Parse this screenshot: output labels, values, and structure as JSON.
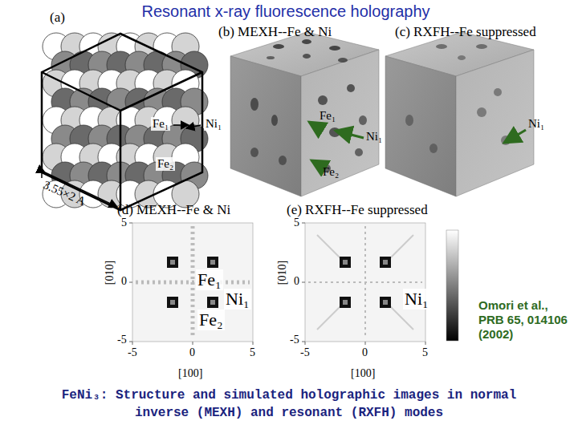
{
  "diagram": {
    "title": "Resonant x-ray fluorescence holography",
    "caption": "FeNi₃: Structure and simulated holographic images in normal inverse (MEXH) and resonant (RXFH) modes",
    "labels": [
      "(a)",
      "(b) MEXH--Fe & Ni",
      "(c) RXFH--Fe suppressed",
      "Fe₁",
      "Ni₁",
      "Fe₂",
      "3.55×2 A",
      "Fe₁",
      "Ni₁",
      "Fe₂",
      "Ni₁",
      "(d) MEXH--Fe & Ni",
      "(e) RXFH--Fe suppressed",
      "[010]",
      "5",
      "0",
      "-5",
      "-5",
      "0",
      "5",
      "[100]",
      "Fe₁",
      "Ni₁",
      "Fe₂",
      "[010]",
      "5",
      "0",
      "-5",
      "-5",
      "0",
      "5",
      "[100]",
      "Ni₁",
      "Omori et al., PRB 65, 014106 (2002)"
    ]
  }
}
